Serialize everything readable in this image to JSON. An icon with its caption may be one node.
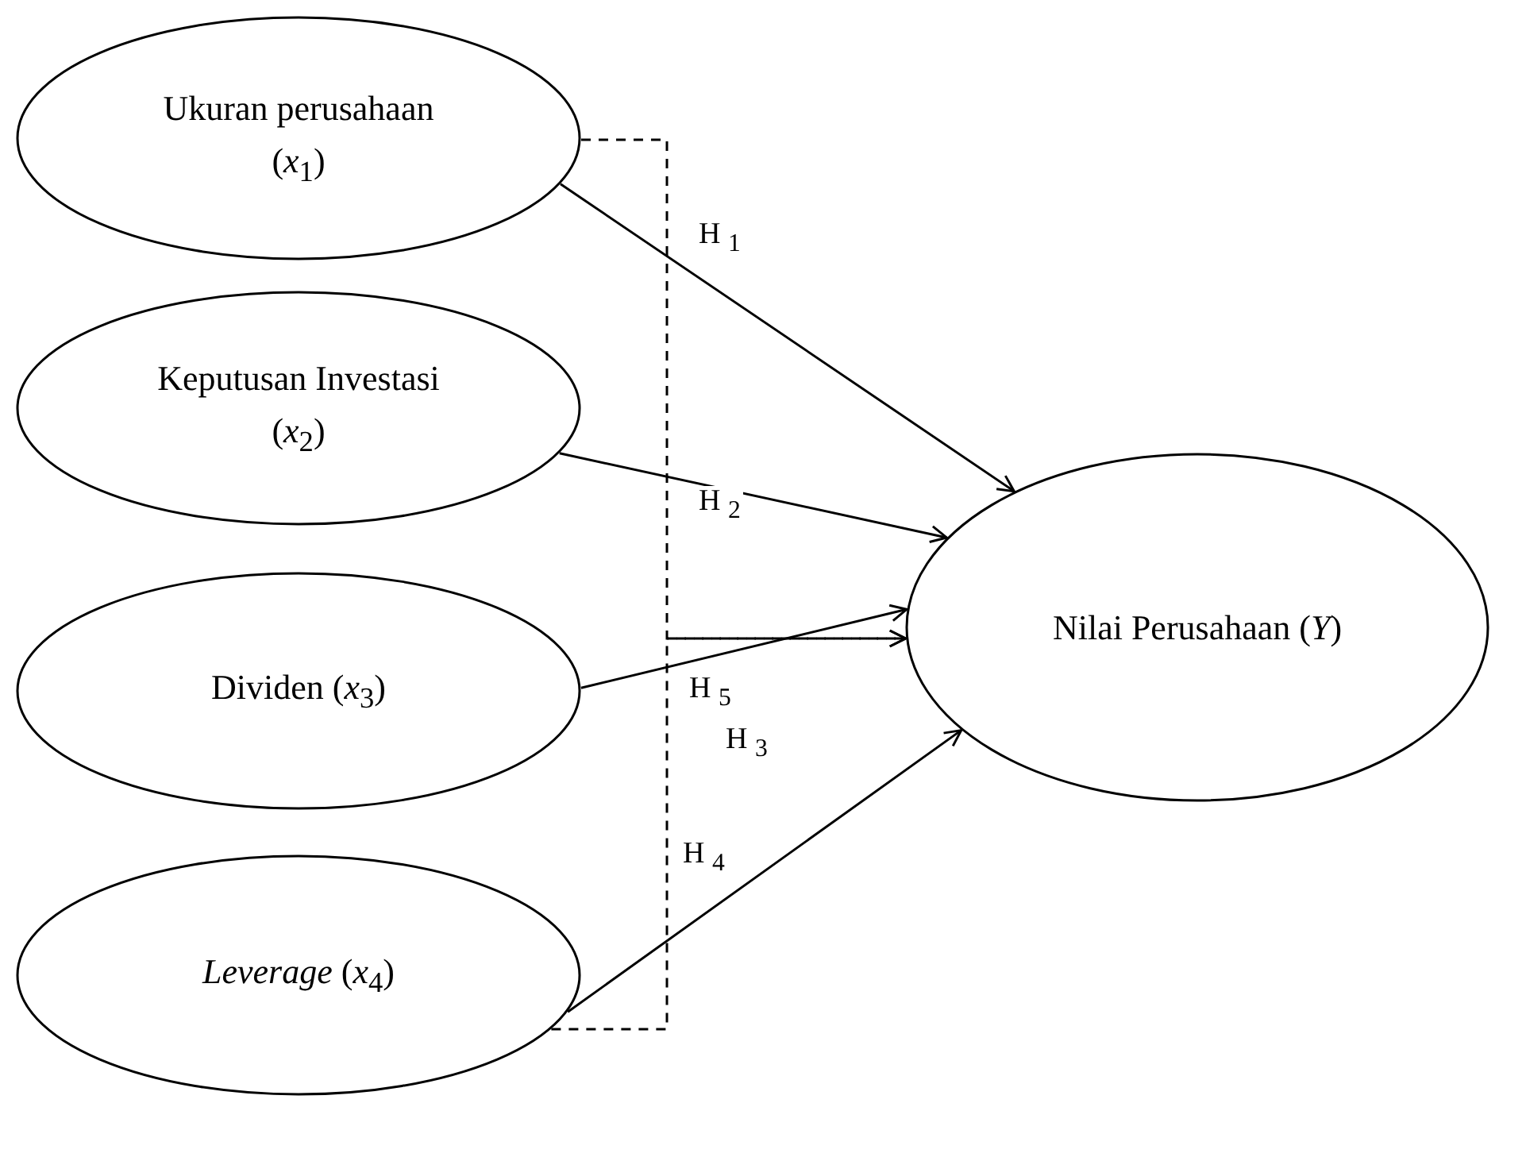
{
  "diagram": {
    "nodes": [
      {
        "text": [
          "Ukuran perusahaan (*x*$_{1}$)"
        ]
      },
      {
        "text": [
          "Keputusan Investasi (*x*$_{2}$)"
        ]
      },
      {
        "text": [
          "Dividen (*x*$_{3}$)"
        ]
      },
      {
        "text": [
          "*Leverage* (*x*$_{4}$)"
        ]
      },
      {
        "text": [
          "Nilai Perusahaan (*Y*)"
        ]
      }
    ],
    "edges": [
      {
        "from": 0,
        "to": 4,
        "arrow": "to",
        "label": "H $_{1}$"
      },
      {
        "from": 1,
        "to": 4,
        "arrow": "to",
        "label": "H $_{2}$"
      },
      {
        "from": 2,
        "to": 4,
        "arrow": "to",
        "label": "H $_{3}$"
      },
      {
        "from": 3,
        "to": 4,
        "arrow": "to",
        "label": "H $_{4}$"
      },
      {
        "from": 0,
        "to": 4,
        "arrow": "to",
        "style": "dashed",
        "label": "H $_{5}$"
      },
      {
        "from": 3,
        "to": 4,
        "arrow": "to",
        "style": "dashed"
      }
    ]
  }
}
